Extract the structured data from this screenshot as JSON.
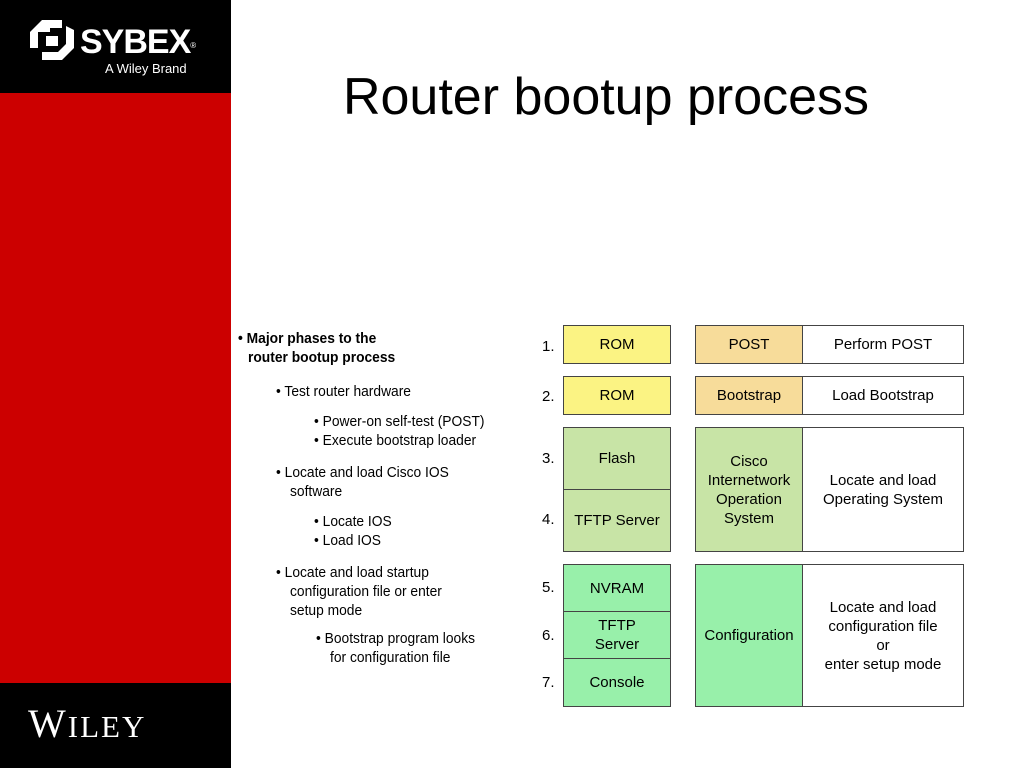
{
  "branding": {
    "sybex_word": "SYBEX",
    "sybex_registered": "®",
    "sybex_tagline": "A Wiley Brand",
    "wiley_first": "W",
    "wiley_rest": "ILEY"
  },
  "colors": {
    "sidebar_red": "#cc0000",
    "sidebar_black": "#000000",
    "rom_yellow": "#fbf383",
    "post_tan": "#f7dc9a",
    "ios_green": "#c8e4a6",
    "config_green": "#98f0aa"
  },
  "slide": {
    "title": "Router bootup process"
  },
  "bullets": {
    "heading_line1": "• Major phases to the",
    "heading_line2": "router bootup process",
    "p1_line1": "• Test router hardware",
    "p1a": "• Power-on self-test (POST)",
    "p1b": "• Execute bootstrap loader",
    "p2_line1": "• Locate and load Cisco IOS",
    "p2_line2": "software",
    "p2a": "• Locate IOS",
    "p2b": "• Load IOS",
    "p3_line1": "• Locate and load startup",
    "p3_line2": "configuration file or enter",
    "p3_line3": "setup mode",
    "p3a_line1": "• Bootstrap program looks",
    "p3a_line2": "for configuration file"
  },
  "diagram": {
    "steps": [
      "1.",
      "2.",
      "3.",
      "4.",
      "5.",
      "6.",
      "7."
    ],
    "sources": {
      "s1": "ROM",
      "s2": "ROM",
      "s3": "Flash",
      "s4": "TFTP Server",
      "s5": "NVRAM",
      "s6": "TFTP\nServer",
      "s7": "Console"
    },
    "phases": {
      "p1": "POST",
      "p2": "Bootstrap",
      "p3": "Cisco\nInternetwork\nOperation\nSystem",
      "p4": "Configuration"
    },
    "actions": {
      "a1": "Perform POST",
      "a2": "Load Bootstrap",
      "a3": "Locate and load\nOperating System",
      "a4": "Locate and load\nconfiguration file\nor\nenter setup mode"
    }
  }
}
